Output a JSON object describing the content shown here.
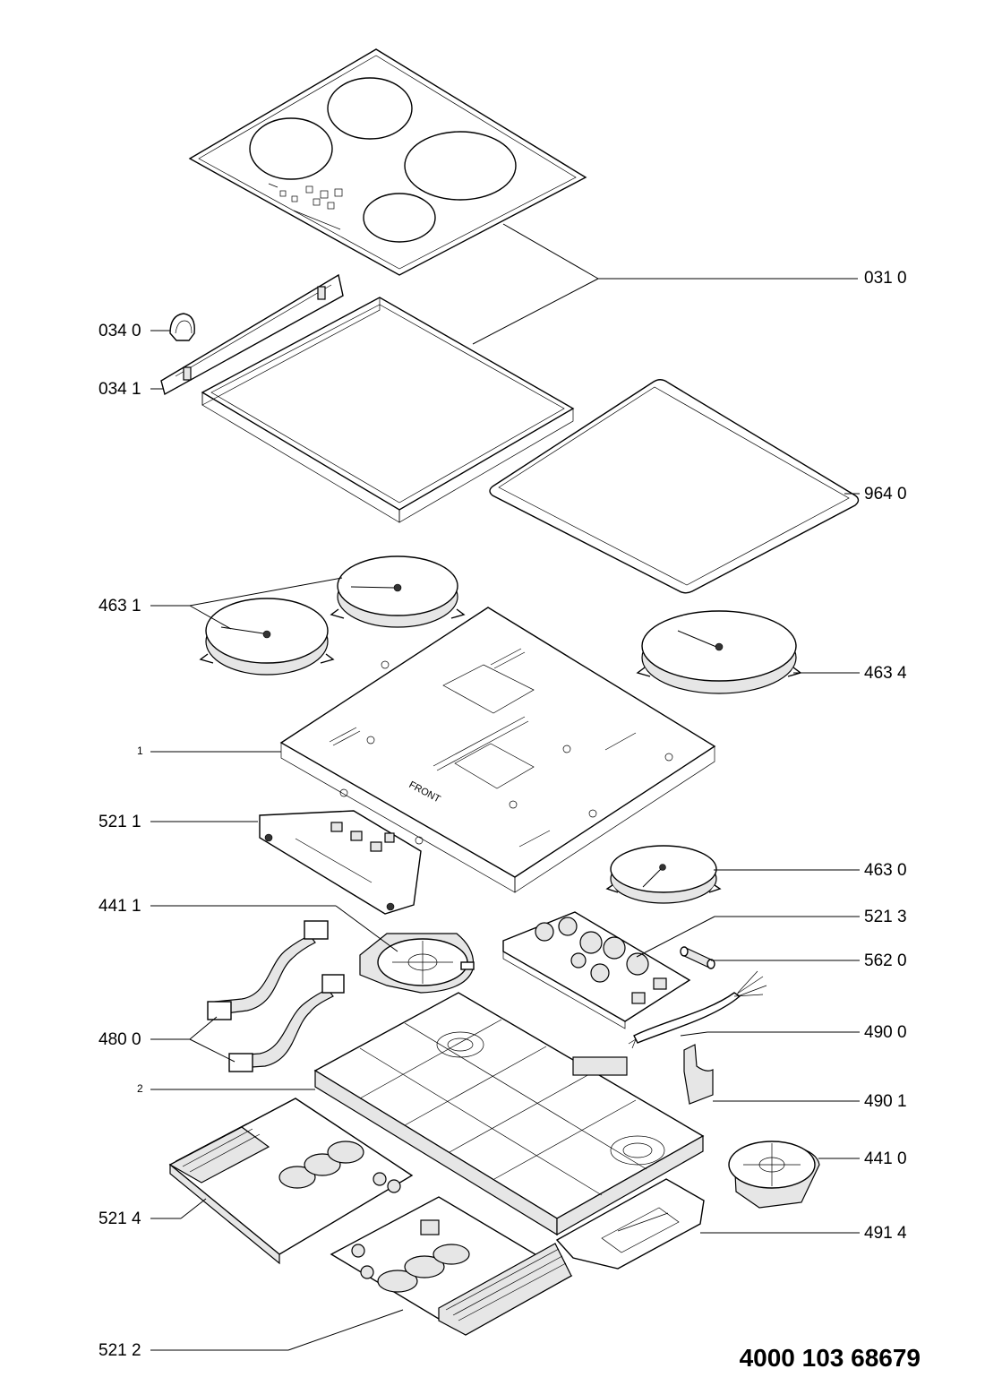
{
  "part_number": "4000 103 68679",
  "callouts": {
    "c0310": "031 0",
    "c0340": "034 0",
    "c0341": "034 1",
    "c9640": "964 0",
    "c4631": "463 1",
    "c4634": "463 4",
    "c1": "1",
    "c5211": "521 1",
    "c4630": "463 0",
    "c4411": "441 1",
    "c5213": "521 3",
    "c5620": "562 0",
    "c4800": "480 0",
    "c4900": "490 0",
    "c2": "2",
    "c4901": "490 1",
    "c4410": "441 0",
    "c5214": "521 4",
    "c4914": "491 4",
    "c5212": "521 2"
  },
  "embossed_text": {
    "front": "FRONT"
  }
}
